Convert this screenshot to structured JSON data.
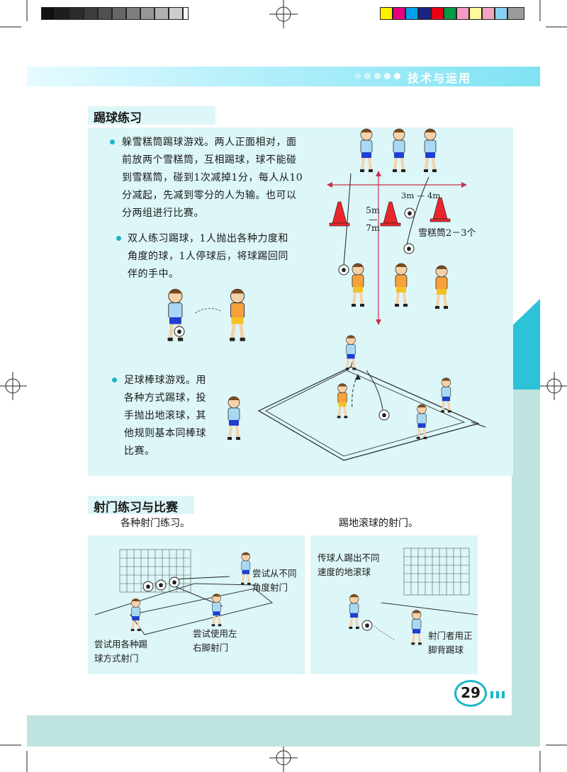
{
  "header": {
    "title": "技术与运用"
  },
  "section1": {
    "heading": "踢球练习",
    "bullet1": [
      "躲雪糕筒踢球游戏。两人正面相对，面",
      "前放两个雪糕筒，互相踢球，球不能碰",
      "到雪糕筒，碰到1次减掉1分，每人从10",
      "分减起，先减到零分的人为输。也可以",
      "分两组进行比赛。"
    ],
    "bullet2": [
      "双人练习踢球，1人抛出各种力度和",
      "角度的球，1人停球后，将球踢回同",
      "伴的手中。"
    ],
    "bullet3": [
      "足球棒球游戏。用",
      "各种方式踢球，投",
      "手抛出地滚球，其",
      "他规则基本同棒球",
      "比赛。"
    ],
    "diagram": {
      "dist_a": "5m",
      "dist_dash": "—",
      "dist_b": "7m",
      "dist_c": "3m — 4m",
      "cones": "雪糕筒2－3个"
    }
  },
  "section2": {
    "heading": "射门练习与比赛",
    "sub_left": "各种射门练习。",
    "sub_right": "踢地滚球的射门。",
    "cap_angle": [
      "尝试从不同",
      "角度射门"
    ],
    "cap_foot": [
      "尝试使用左",
      "右脚射门"
    ],
    "cap_ways": [
      "尝试用各种踢",
      "球方式射门"
    ],
    "cap_pass": [
      "传球人踢出不同",
      "速度的地滚球"
    ],
    "cap_shoot": [
      "射门者用正",
      "脚背踢球"
    ]
  },
  "page_number": "29",
  "colors": {
    "accent": "#19b6c9",
    "panel": "#ddf6f8",
    "mint": "#bfe3de",
    "shirt_blue": "#a9d8f2",
    "shirt_orange": "#f7a13a",
    "cone": "#e8262b"
  }
}
